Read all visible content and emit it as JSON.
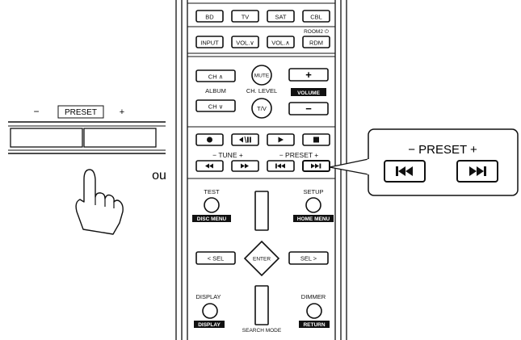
{
  "remote": {
    "row1": [
      "BD",
      "TV",
      "SAT",
      "CBL"
    ],
    "room2_label": "ROOM2 ⏻",
    "row2": [
      "INPUT",
      "VOL.∨",
      "VOL.∧",
      "RDM"
    ],
    "ch_up": "CH ∧",
    "ch_down": "CH ∨",
    "album": "ALBUM",
    "mute": "MUTE",
    "ch_level": "CH. LEVEL",
    "tv": "T/V",
    "vol_plus": "+",
    "volume": "VOLUME",
    "vol_minus": "−",
    "tune": "−  TUNE  +",
    "preset": "−  PRESET  +",
    "test": "TEST",
    "disc_menu": "DISC MENU",
    "setup": "SETUP",
    "home_menu": "HOME MENU",
    "sel_left": "< SEL",
    "enter": "ENTER",
    "sel_right": "SEL >",
    "display": "DISPLAY",
    "display_tag": "DISPLAY",
    "search_mode": "SEARCH MODE",
    "dimmer": "DIMMER",
    "return": "RETURN"
  },
  "panel": {
    "minus": "−",
    "preset": "PRESET",
    "plus": "+"
  },
  "ou": "ou",
  "callout": {
    "label": "− PRESET +"
  }
}
